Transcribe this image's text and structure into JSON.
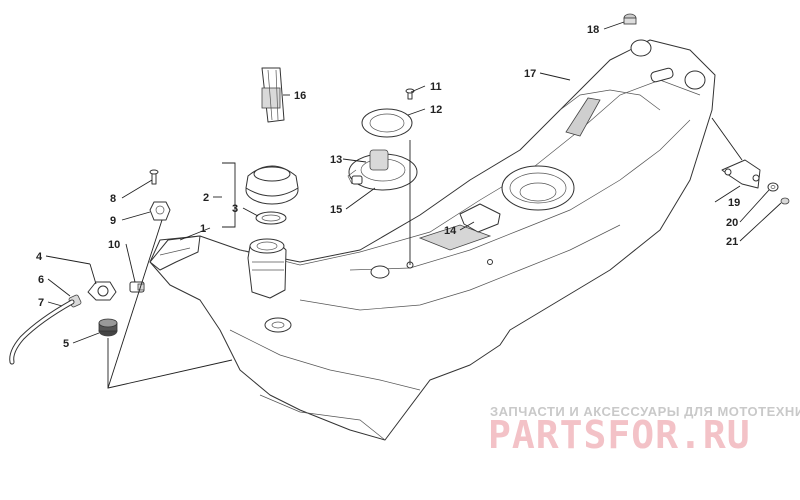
{
  "callouts": [
    {
      "id": "1",
      "label": "1"
    },
    {
      "id": "2",
      "label": "2"
    },
    {
      "id": "3",
      "label": "3"
    },
    {
      "id": "4",
      "label": "4"
    },
    {
      "id": "5",
      "label": "5"
    },
    {
      "id": "6",
      "label": "6"
    },
    {
      "id": "7",
      "label": "7"
    },
    {
      "id": "8",
      "label": "8"
    },
    {
      "id": "9",
      "label": "9"
    },
    {
      "id": "10",
      "label": "10"
    },
    {
      "id": "11",
      "label": "11"
    },
    {
      "id": "12",
      "label": "12"
    },
    {
      "id": "13",
      "label": "13"
    },
    {
      "id": "14",
      "label": "14"
    },
    {
      "id": "15",
      "label": "15"
    },
    {
      "id": "16",
      "label": "16"
    },
    {
      "id": "17",
      "label": "17"
    },
    {
      "id": "18",
      "label": "18"
    },
    {
      "id": "19",
      "label": "19"
    },
    {
      "id": "20",
      "label": "20"
    },
    {
      "id": "21",
      "label": "21"
    }
  ],
  "watermark": {
    "tagline": "ЗАПЧАСТИ И АКСЕССУАРЫ ДЛЯ МОТОТЕХНИКИ",
    "brand": "PARTSFOR.RU",
    "brand_color": "#f3c2c7"
  }
}
